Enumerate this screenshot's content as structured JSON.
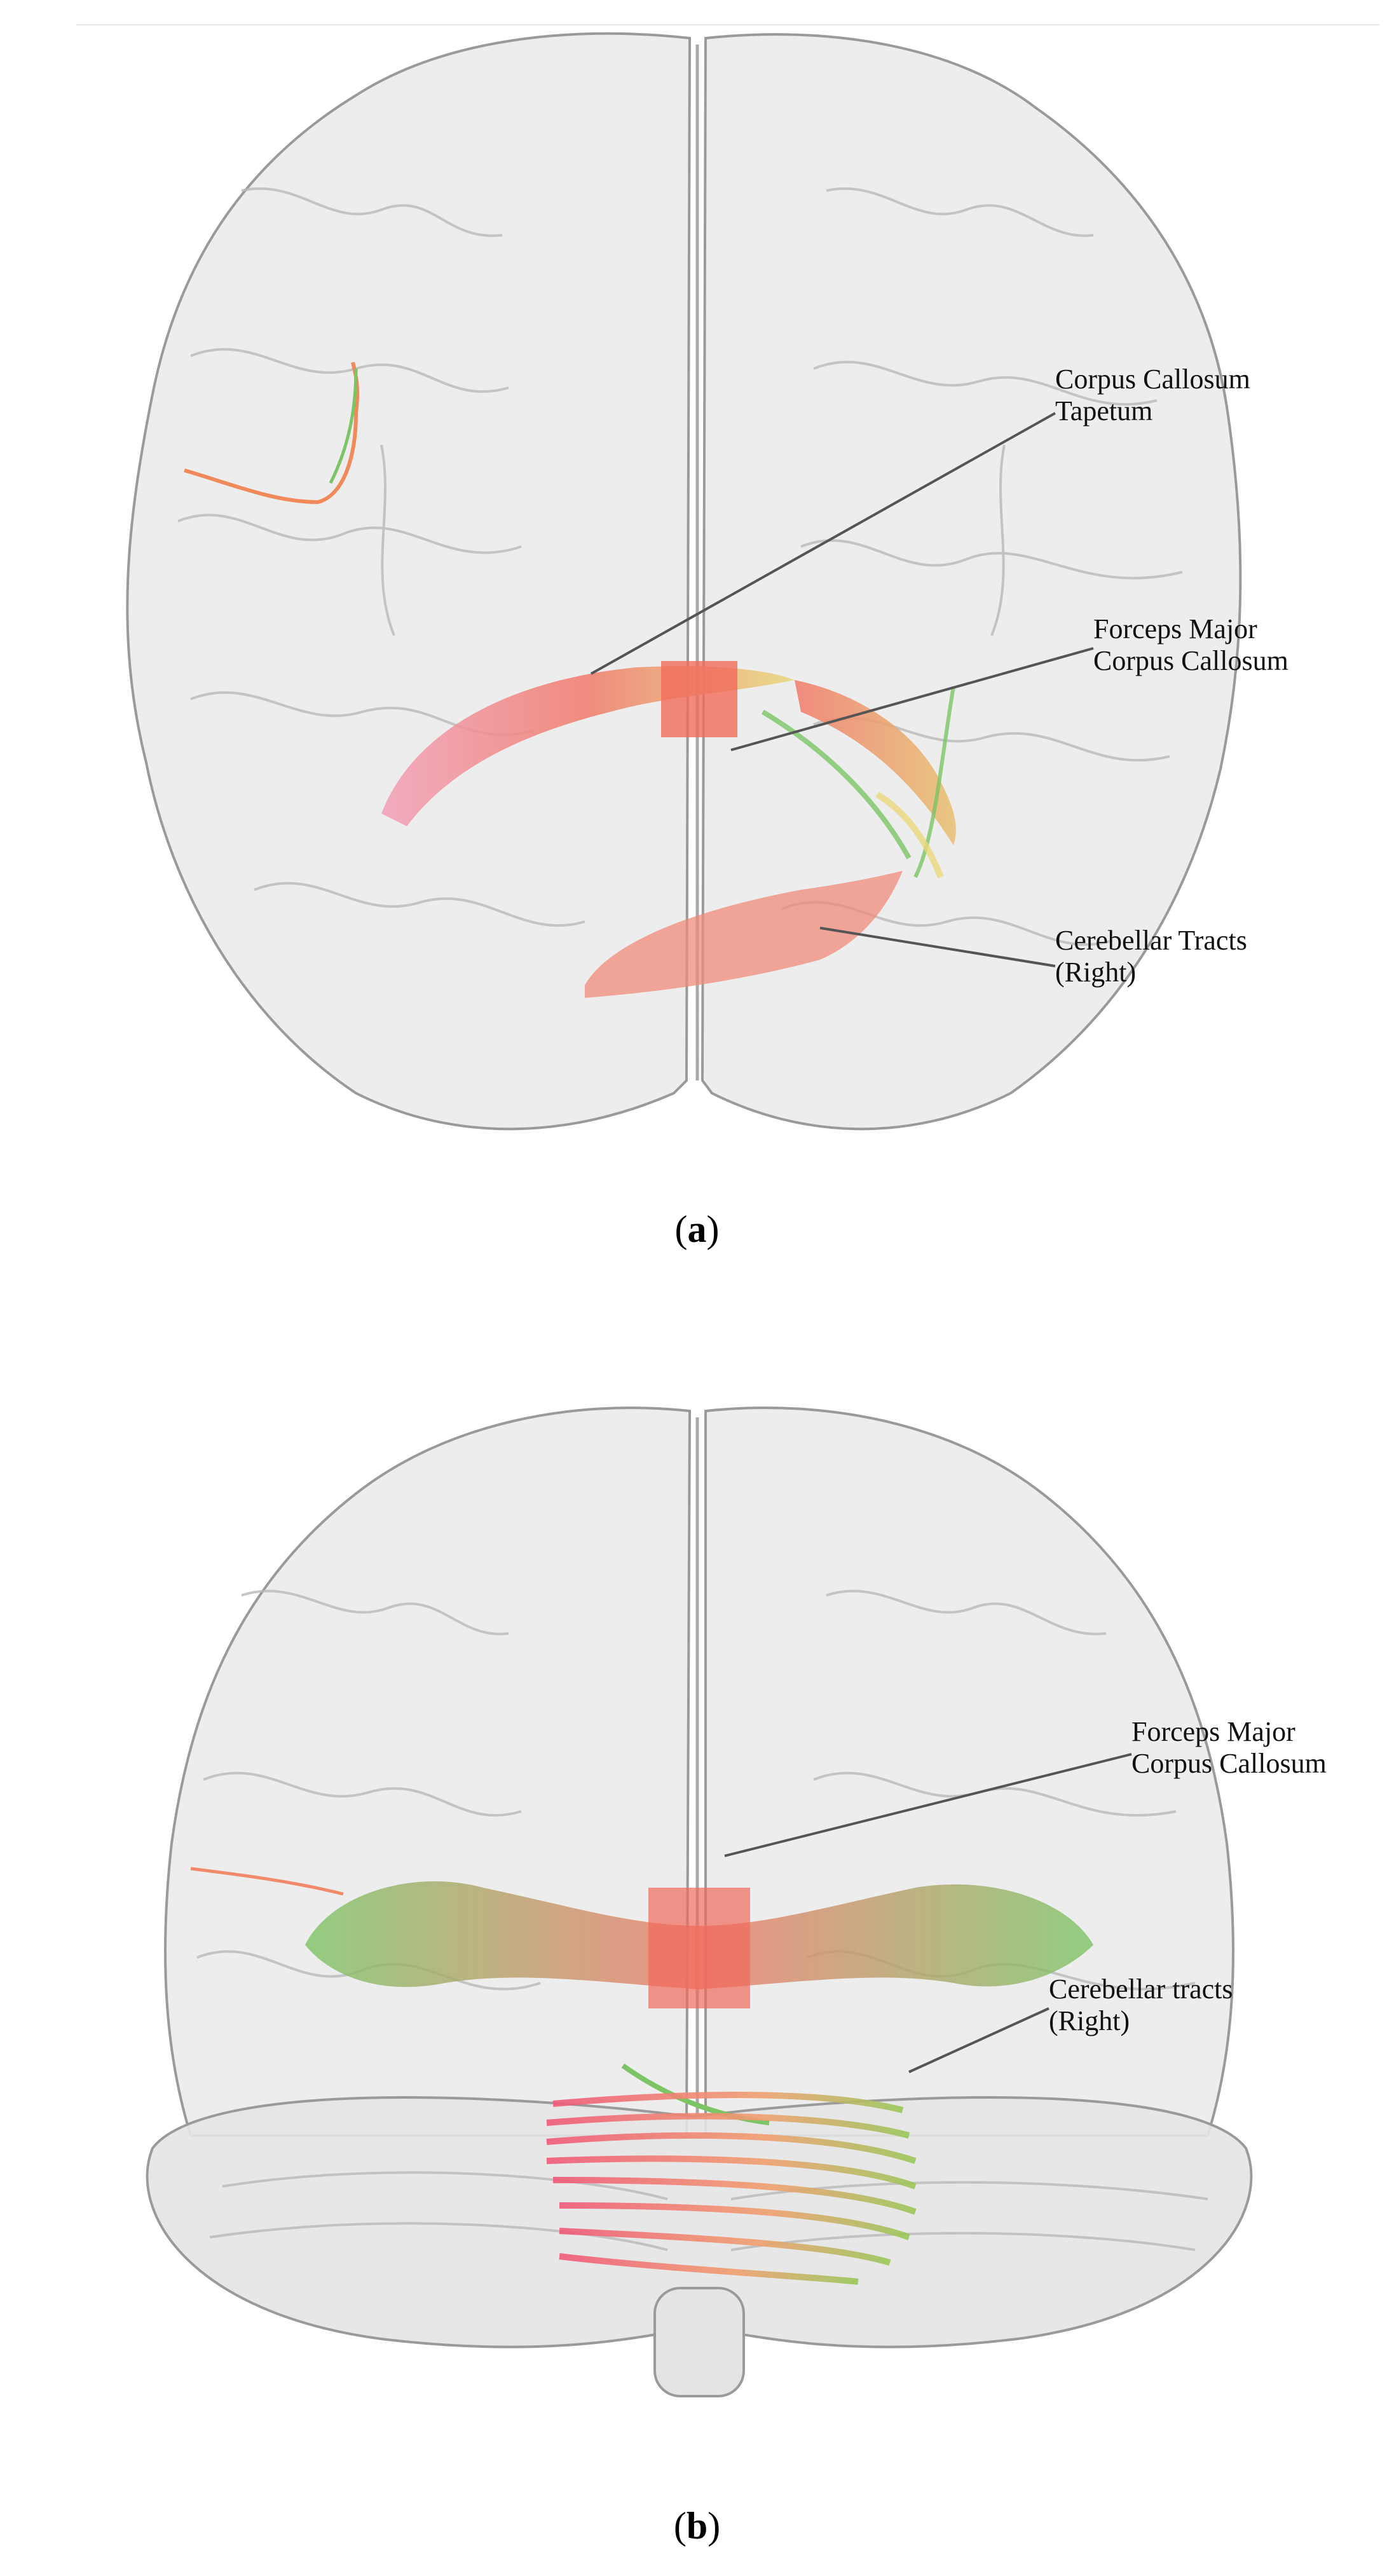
{
  "panels": [
    {
      "id": "a",
      "label_open": "(",
      "label_letter": "a",
      "label_close": ")",
      "annotations": [
        {
          "line1": "Corpus Callosum",
          "line2": "Tapetum"
        },
        {
          "line1": "Forceps Major",
          "line2": "Corpus Callosum"
        },
        {
          "line1": "Cerebellar Tracts",
          "line2": "(Right)"
        }
      ]
    },
    {
      "id": "b",
      "label_open": "(",
      "label_letter": "b",
      "label_close": ")",
      "annotations": [
        {
          "line1": "Forceps Major",
          "line2": "Corpus Callosum"
        },
        {
          "line1": "Cerebellar tracts",
          "line2": "(Right)"
        }
      ]
    }
  ],
  "colors": {
    "brain_fill": "#e9e9e9",
    "brain_stroke": "#9a9a9a",
    "fiber_red": "#f07a6a",
    "fiber_pink": "#f2a0b8",
    "fiber_green": "#7cc466",
    "fiber_yellow": "#e8d77a",
    "leader": "#555555"
  }
}
